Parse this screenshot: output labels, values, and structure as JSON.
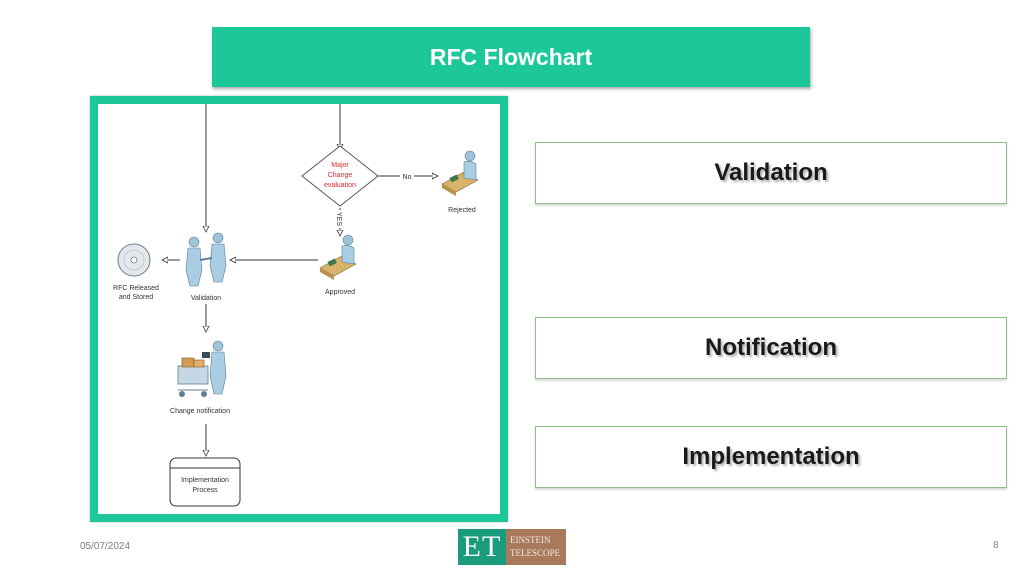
{
  "slide": {
    "title": "RFC Flowchart",
    "date": "05/07/2024",
    "page_number": "8"
  },
  "steps": [
    {
      "label": "Validation"
    },
    {
      "label": "Notification"
    },
    {
      "label": "Implementation"
    }
  ],
  "diagram": {
    "decision": [
      "Major",
      "Change",
      "evaluation"
    ],
    "no_label": "No",
    "yes_label": "YES",
    "rejected": "Rejected",
    "approved": "Approved",
    "validation": "Validation",
    "rfc_released": [
      "RFC Released",
      "and Stored"
    ],
    "change_notification": "Change notification",
    "implementation": [
      "Implementation",
      "Process"
    ]
  },
  "logo": {
    "initials": "ET",
    "line1": "EINSTEIN",
    "line2": "TELESCOPE"
  },
  "colors": {
    "accent": "#1cc79a",
    "decision_text": "#e0262b"
  }
}
